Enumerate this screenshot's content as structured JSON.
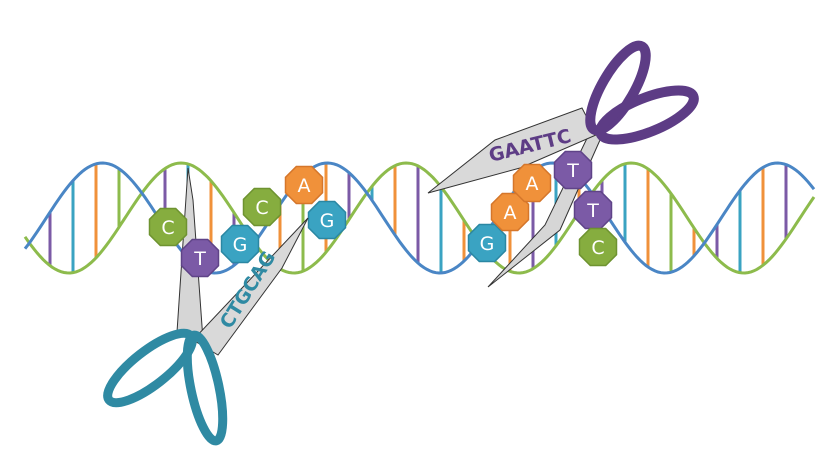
{
  "colors": {
    "green": "#86ad3f",
    "blue": "#3aa3c2",
    "purple": "#7b5aa6",
    "orange": "#f0913a",
    "strand_green": "#8dbb4c",
    "strand_blue": "#4a86c5",
    "teal_scissors": "#2f8aa3",
    "purple_scissors": "#5d3c85",
    "blade": "#d6d6d6"
  },
  "left_site": {
    "label": "CTGCAG",
    "nucleotides": [
      {
        "base": "C",
        "color": "green"
      },
      {
        "base": "T",
        "color": "purple"
      },
      {
        "base": "G",
        "color": "blue"
      },
      {
        "base": "C",
        "color": "green"
      },
      {
        "base": "A",
        "color": "orange"
      },
      {
        "base": "G",
        "color": "blue"
      }
    ]
  },
  "right_site": {
    "label": "GAATTC",
    "nucleotides": [
      {
        "base": "G",
        "color": "blue"
      },
      {
        "base": "A",
        "color": "orange"
      },
      {
        "base": "A",
        "color": "orange"
      },
      {
        "base": "T",
        "color": "purple"
      },
      {
        "base": "T",
        "color": "purple"
      },
      {
        "base": "C",
        "color": "green"
      }
    ]
  }
}
